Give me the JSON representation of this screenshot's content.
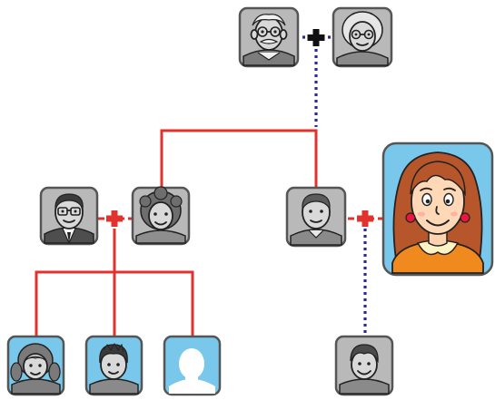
{
  "diagram": {
    "type": "family-tree",
    "people": [
      {
        "id": "grandfather",
        "portrait": "elderly-man-glasses",
        "tile": "gray"
      },
      {
        "id": "grandmother",
        "portrait": "elderly-woman-glasses",
        "tile": "gray"
      },
      {
        "id": "father",
        "portrait": "man-glasses-suit",
        "tile": "gray"
      },
      {
        "id": "mother",
        "portrait": "woman-curly-hair",
        "tile": "gray"
      },
      {
        "id": "uncle",
        "portrait": "man-shirt",
        "tile": "gray"
      },
      {
        "id": "aunt",
        "portrait": "woman-auburn-hair",
        "tile": "blue",
        "highlighted": true
      },
      {
        "id": "daughter",
        "portrait": "girl-pigtails",
        "tile": "blue"
      },
      {
        "id": "son",
        "portrait": "boy-dark-hair",
        "tile": "blue"
      },
      {
        "id": "unknown-child",
        "portrait": "blank-silhouette",
        "tile": "blue"
      },
      {
        "id": "cousin",
        "portrait": "boy-smiling",
        "tile": "gray"
      }
    ],
    "marriages": [
      {
        "partners": [
          "grandfather",
          "grandmother"
        ],
        "symbol": "+",
        "color": "#111111"
      },
      {
        "partners": [
          "father",
          "mother"
        ],
        "symbol": "+",
        "color": "#e2322d"
      },
      {
        "partners": [
          "uncle",
          "aunt"
        ],
        "symbol": "+",
        "color": "#e2322d"
      }
    ],
    "links": {
      "blood_color": "#e2322d",
      "dotted_color": "#2c2a9a"
    }
  }
}
